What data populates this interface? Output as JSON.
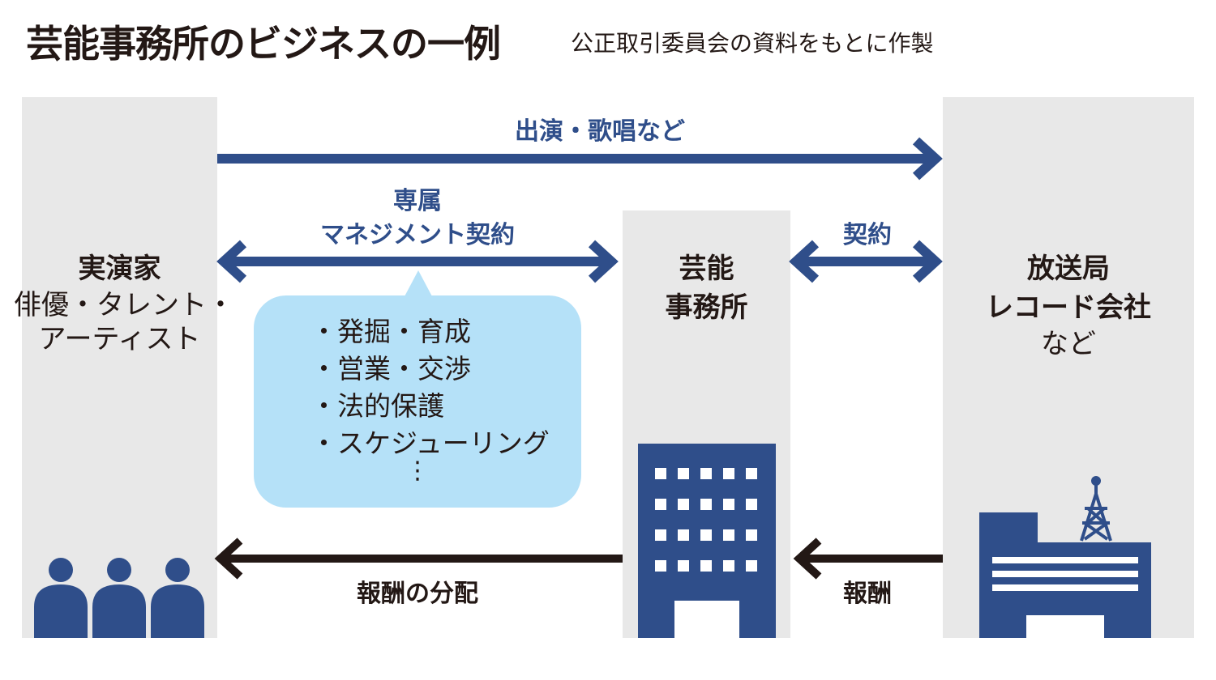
{
  "header": {
    "title": "芸能事務所のビジネスの一例",
    "subtitle": "公正取引委員会の資料をもとに作製"
  },
  "performers": {
    "title": "実演家",
    "desc_line1": "俳優・タレント・",
    "desc_line2": "アーティスト"
  },
  "agency": {
    "title_line1": "芸能",
    "title_line2": "事務所"
  },
  "broadcaster": {
    "title_line1": "放送局",
    "title_line2": "レコード会社",
    "desc": "など"
  },
  "flows": {
    "performance": "出演・歌唱など",
    "exclusive_line1": "専属",
    "exclusive_line2": "マネジメント契約",
    "contract": "契約",
    "distribution": "報酬の分配",
    "payment": "報酬"
  },
  "services": {
    "items": [
      "・発掘・育成",
      "・営業・交渉",
      "・法的保護",
      "・スケジューリング"
    ],
    "more": "⋮"
  },
  "colors": {
    "blue": "#2f4e8a",
    "dark": "#231815",
    "panel": "#e8e8e8",
    "bubble": "#b5e1f8"
  }
}
